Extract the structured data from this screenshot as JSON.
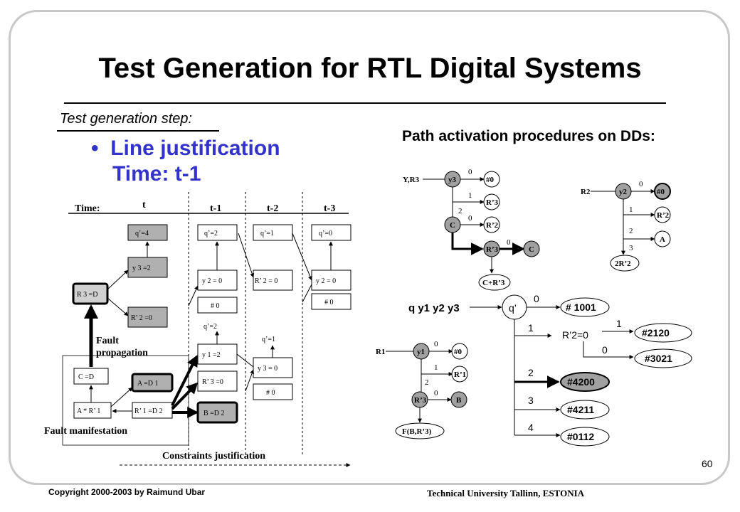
{
  "title": "Test Generation for RTL Digital Systems",
  "subtitle": "Test generation step:",
  "bullet_line1": "Line justification",
  "bullet_line2": "Time: t-1",
  "path_title": "Path activation procedures on DDs:",
  "page_number": "60",
  "copyright": "Copyright  2000-2003  by  Raimund Ubar",
  "university": "Technical University Tallinn, ESTONIA",
  "timeline": {
    "time_label": "Time:",
    "columns": [
      "t",
      "t-1",
      "t-2",
      "t-3"
    ],
    "fault_propagation": "Fault propagation",
    "fault_manifestation": "Fault manifestation",
    "constraints_justification": "Constraints justification",
    "boxes": {
      "q4": "q’=4",
      "q2": "q’=2",
      "q1": "q’=1",
      "q0": "q’=0",
      "y3_2": "y 3 =2",
      "r3_d": "R 3 =D",
      "r2_0": "R’ 2 =0",
      "y2_0_a": "y 2 = 0",
      "hash0_a": "# 0",
      "r2p_0": "R’ 2 = 0",
      "y2_0_b": "y 2 = 0",
      "hash0_b": "# 0",
      "q2_label": "q’=2",
      "q1_label": "q’=1",
      "y1_2": "y 1 =2",
      "r3p_0": "R’ 3 =0",
      "y3_0": "y 3 = 0",
      "hash0_c": "# 0",
      "c_d": "C =D",
      "a_d1": "A =D 1",
      "a_r1": "A * R’ 1",
      "r1_d2": "R’ 1 =D 2",
      "b_d2": "B =D 2"
    }
  },
  "dd1": {
    "input": "Y,R3",
    "node_y3": "y3",
    "node_c": "C",
    "hash0": "#0",
    "r3": "R’3",
    "r2": "R’2",
    "r3b": "R’3",
    "c_term": "C",
    "c_r3": "C+R’3",
    "edges": [
      "0",
      "1",
      "2",
      "0",
      "0"
    ]
  },
  "dd2": {
    "input": "R2",
    "node_y2": "y2",
    "hash0": "#0",
    "r2": "R’2",
    "a": "A",
    "two_r2": "2R’2",
    "edges": [
      "0",
      "1",
      "2",
      "3"
    ]
  },
  "dd3": {
    "input": "R1",
    "node_y1": "y1",
    "node_r3": "R’3",
    "hash0": "#0",
    "r1": "R’1",
    "b": "B",
    "f": "F(B,R’3)",
    "edges": [
      "0",
      "1",
      "2",
      "0"
    ]
  },
  "dd4": {
    "header": "q y1 y2 y3",
    "node_q": "q’",
    "node_r2": "R’2=0",
    "t1001": "# 1001",
    "t2120": "#2120",
    "t3021": "#3021",
    "t4200": "#4200",
    "t4211": "#4211",
    "t0112": "#0112",
    "edges": [
      "0",
      "1",
      "1",
      "0",
      "2",
      "3",
      "4"
    ]
  }
}
